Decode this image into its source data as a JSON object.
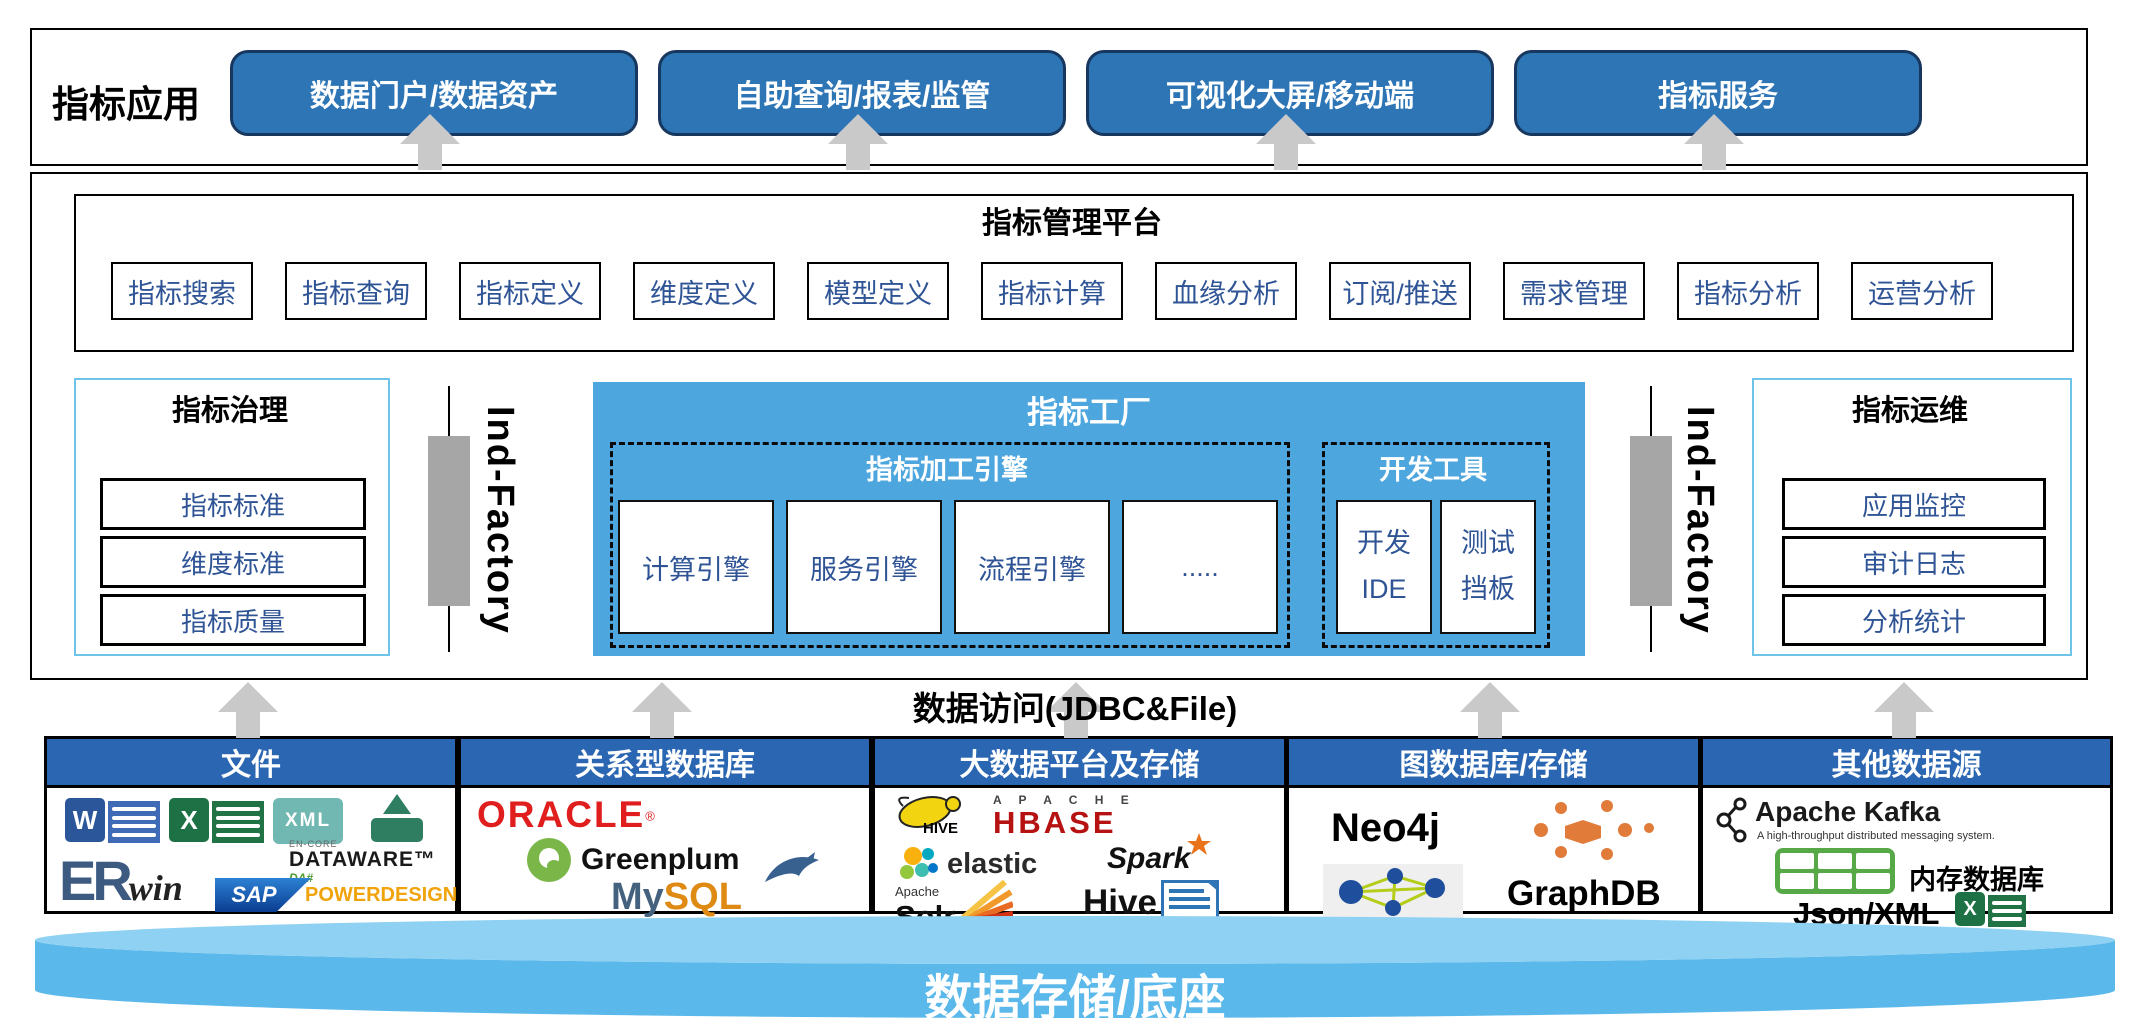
{
  "app_layer": {
    "label": "指标应用",
    "buttons": [
      "数据门户/数据资产",
      "自助查询/报表/监管",
      "可视化大屏/移动端",
      "指标服务"
    ]
  },
  "platform": {
    "title": "指标管理平台",
    "modules": [
      "指标搜索",
      "指标查询",
      "指标定义",
      "维度定义",
      "模型定义",
      "指标计算",
      "血缘分析",
      "订阅/推送",
      "需求管理",
      "指标分析",
      "运营分析"
    ]
  },
  "middle": {
    "governance": {
      "title": "指标治理",
      "items": [
        "指标标准",
        "维度标准",
        "指标质量"
      ]
    },
    "left_connector_label": "Ind-Factory",
    "right_connector_label": "Ind-Factory",
    "factory": {
      "title": "指标工厂",
      "engine_group": {
        "title": "指标加工引擎",
        "engines": [
          "计算引擎",
          "服务引擎",
          "流程引擎",
          "....."
        ]
      },
      "dev_group": {
        "title": "开发工具",
        "tools": [
          {
            "line1": "开发",
            "line2": "IDE"
          },
          {
            "line1": "测试",
            "line2": "挡板"
          }
        ]
      }
    },
    "ops": {
      "title": "指标运维",
      "items": [
        "应用监控",
        "审计日志",
        "分析统计"
      ]
    }
  },
  "data_access": {
    "label": "数据访问(JDBC&File)"
  },
  "datasources": [
    {
      "title": "文件",
      "logos": {
        "word": "W",
        "excel": "X",
        "xml": "XML",
        "erwin_er": "ER",
        "erwin_win": "win",
        "encore": "EN-CORE",
        "dataware": "DATAWARE™",
        "dataware_suffix": "DA#",
        "sap": "SAP",
        "powerdesigner": "POWERDESIGNER"
      }
    },
    {
      "title": "关系型数据库",
      "logos": {
        "oracle": "ORACLE",
        "oracle_r": "®",
        "greenplum": "Greenplum",
        "mysql_my": "My",
        "mysql_sql": "SQL"
      }
    },
    {
      "title": "大数据平台及存储",
      "logos": {
        "hive_small": "HIVE",
        "apache": "A P A C H E",
        "hbase": "HBASE",
        "elastic": "elastic",
        "spark": "Spark",
        "solr_apache": "Apache",
        "solr": "Solr",
        "hive_text": "Hive"
      }
    },
    {
      "title": "图数据库/存储",
      "logos": {
        "neo4j": "Neo4j",
        "graphdb": "GraphDB"
      }
    },
    {
      "title": "其他数据源",
      "logos": {
        "kafka": "Apache Kafka",
        "kafka_tagline": "A high-throughput distributed messaging system.",
        "memory_db": "内存数据库",
        "json_xml": "Json/XML"
      }
    }
  ],
  "storage": {
    "label": "数据存储/底座"
  },
  "icons": [
    "word-icon",
    "excel-icon",
    "xml-file-icon",
    "green-file-icon",
    "erwin-logo",
    "sap-logo",
    "greenplum-icon",
    "mysql-dolphin-icon",
    "hive-bee-icon",
    "elastic-cluster-icon",
    "spark-star-icon",
    "solr-sun-icon",
    "document-icon",
    "orange-graph-icon",
    "blue-graph-icon",
    "kafka-icon",
    "memory-grid-icon",
    "up-arrow"
  ],
  "colors": {
    "button_blue": "#2E75B6",
    "factory_blue": "#4DA6DE",
    "header_blue": "#2A66B2",
    "module_text": "#2F5496",
    "arrow_gray": "#C9C9C9",
    "disk_top": "#8ED1F2",
    "disk_body": "#5BB8EA"
  }
}
